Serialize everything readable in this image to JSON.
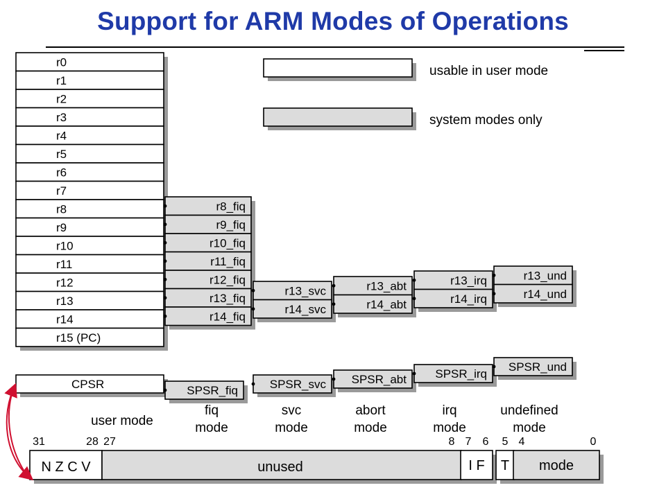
{
  "title": "Support for ARM Modes of Operations",
  "legend": {
    "user": "usable in user mode",
    "system": "system modes only"
  },
  "registers": {
    "user": [
      "r0",
      "r1",
      "r2",
      "r3",
      "r4",
      "r5",
      "r6",
      "r7",
      "r8",
      "r9",
      "r10",
      "r11",
      "r12",
      "r13",
      "r14",
      "r15 (PC)"
    ],
    "fiq": [
      "r8_fiq",
      "r9_fiq",
      "r10_fiq",
      "r11_fiq",
      "r12_fiq",
      "r13_fiq",
      "r14_fiq"
    ],
    "svc": [
      "r13_svc",
      "r14_svc"
    ],
    "abt": [
      "r13_abt",
      "r14_abt"
    ],
    "irq": [
      "r13_irq",
      "r14_irq"
    ],
    "und": [
      "r13_und",
      "r14_und"
    ]
  },
  "status_registers": {
    "cpsr": "CPSR",
    "spsr": [
      "SPSR_fiq",
      "SPSR_svc",
      "SPSR_abt",
      "SPSR_irq",
      "SPSR_und"
    ]
  },
  "modes": [
    "user mode",
    "fiq mode",
    "svc mode",
    "abort mode",
    "irq mode",
    "undefined mode"
  ],
  "psr_bits": {
    "bit_numbers": [
      "31",
      "28",
      "27",
      "8",
      "7",
      "6",
      "5",
      "4",
      "0"
    ],
    "fields": {
      "flags": "N Z C V",
      "unused": "unused",
      "if_bits": "I F",
      "t_bit": "T",
      "mode": "mode"
    }
  },
  "colors": {
    "title": "#1f3aa8",
    "user_fill": "#ffffff",
    "system_fill": "#dcdcdc",
    "arrow": "#d01030"
  }
}
